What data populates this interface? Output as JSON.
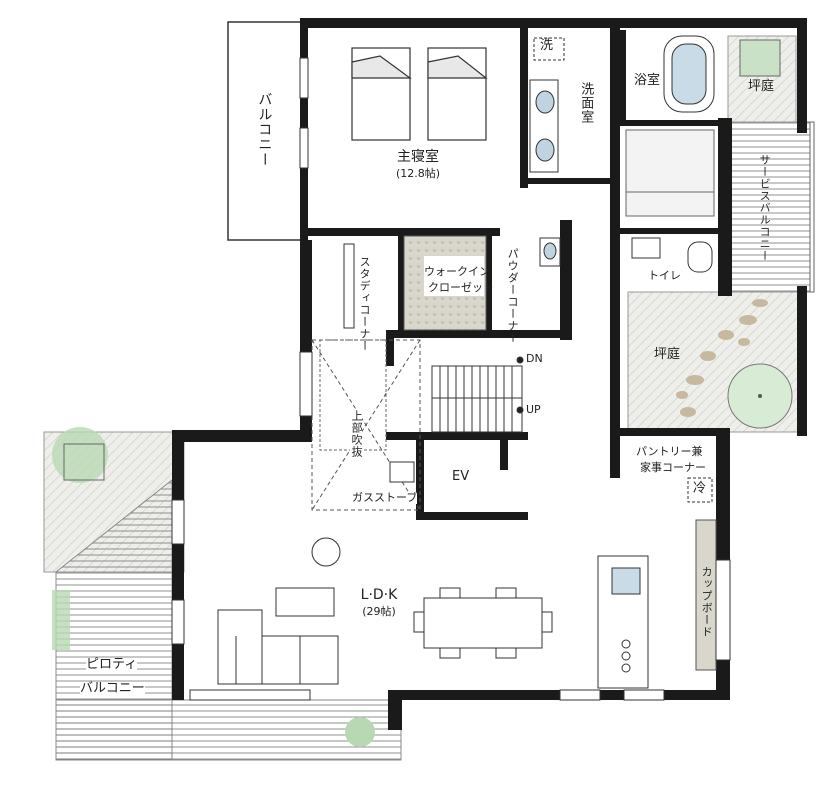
{
  "rooms": {
    "master_bedroom": {
      "name": "主寝室",
      "size": "(12.8帖)"
    },
    "balcony": "バルコニー",
    "washroom": "洗面室",
    "wash_mark": "洗",
    "bathroom": "浴室",
    "courtyard_top": "坪庭",
    "service_balcony": "サービスバルコニー",
    "walk_in_closet_line1": "ウォークイン",
    "walk_in_closet_line2": "クローゼット",
    "powder_corner": "パウダーコーナー",
    "study_corner": "スタディコーナー",
    "toilet": "トイレ",
    "courtyard_mid": "坪庭",
    "stairs_down": "DN",
    "stairs_up": "UP",
    "void": "上部吹抜",
    "gas_stove": "ガスストーブ",
    "elevator": "EV",
    "pantry_line1": "パントリー兼",
    "pantry_line2": "家事コーナー",
    "fridge_mark": "冷",
    "cupboard": "カップボード",
    "ldk": {
      "name": "L·D·K",
      "size": "(29帖)"
    },
    "piloti_line1": "ピロティ",
    "piloti_line2": "バルコニー"
  },
  "colors": {
    "wall": "#1a1a1a",
    "green": "#9cc79a",
    "floor": "#ffffff",
    "stone": "#e9e7e2"
  }
}
